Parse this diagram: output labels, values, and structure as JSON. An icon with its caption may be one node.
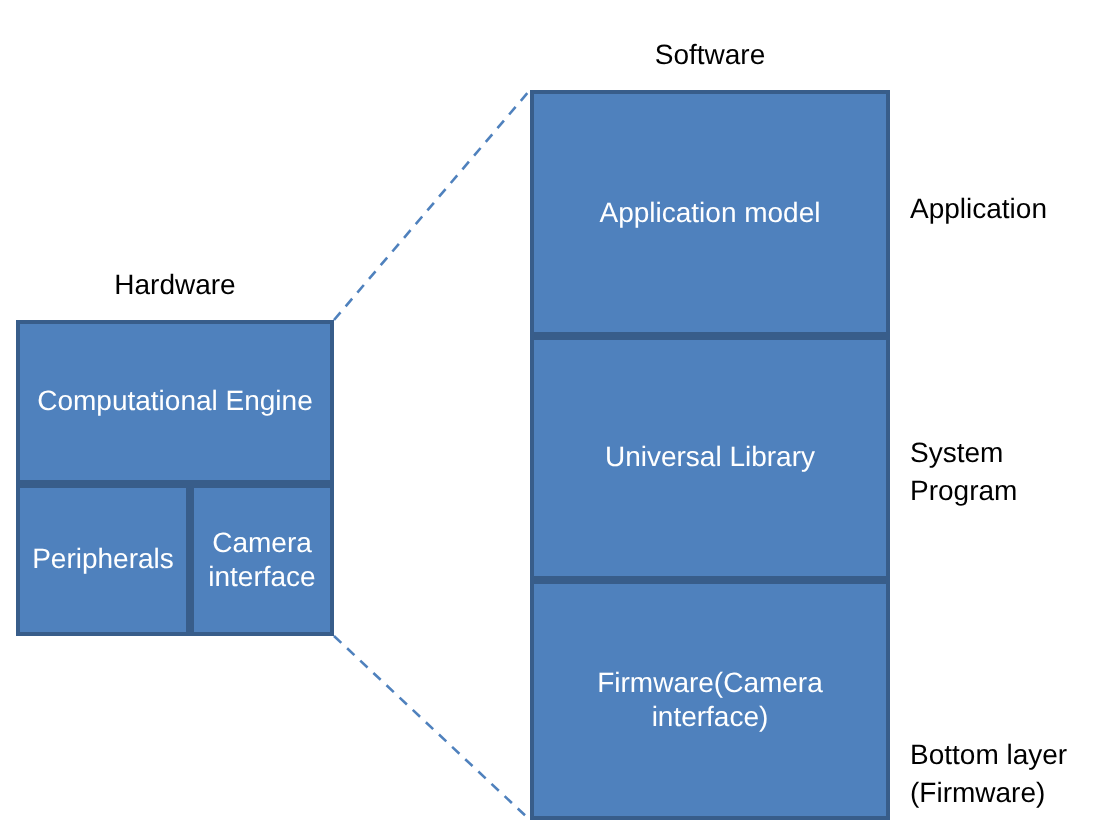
{
  "diagram": {
    "nodes": [
      {
        "text": [
          "Hardware"
        ]
      },
      {
        "text": [
          "Computational Engine"
        ],
        "in": 0
      },
      {
        "text": [
          "Peripherals"
        ],
        "in": 0
      },
      {
        "text": [
          "Camera interface"
        ],
        "in": 0
      },
      {
        "text": [
          "Software"
        ]
      },
      {
        "text": [
          "Application model"
        ],
        "in": 4,
        "beside": [
          "Application"
        ]
      },
      {
        "text": [
          "Universal Library"
        ],
        "in": 4,
        "beside": [
          "System Program"
        ]
      },
      {
        "text": [
          "Firmware(Camera interface)"
        ],
        "in": 4,
        "beside": [
          "Bottom layer (Firmware)"
        ]
      }
    ],
    "edges": [
      {
        "from": 0,
        "to": 4,
        "arrow": "none",
        "style": "dashed"
      },
      {
        "from": 0,
        "to": 4,
        "arrow": "none",
        "style": "dashed"
      }
    ]
  }
}
